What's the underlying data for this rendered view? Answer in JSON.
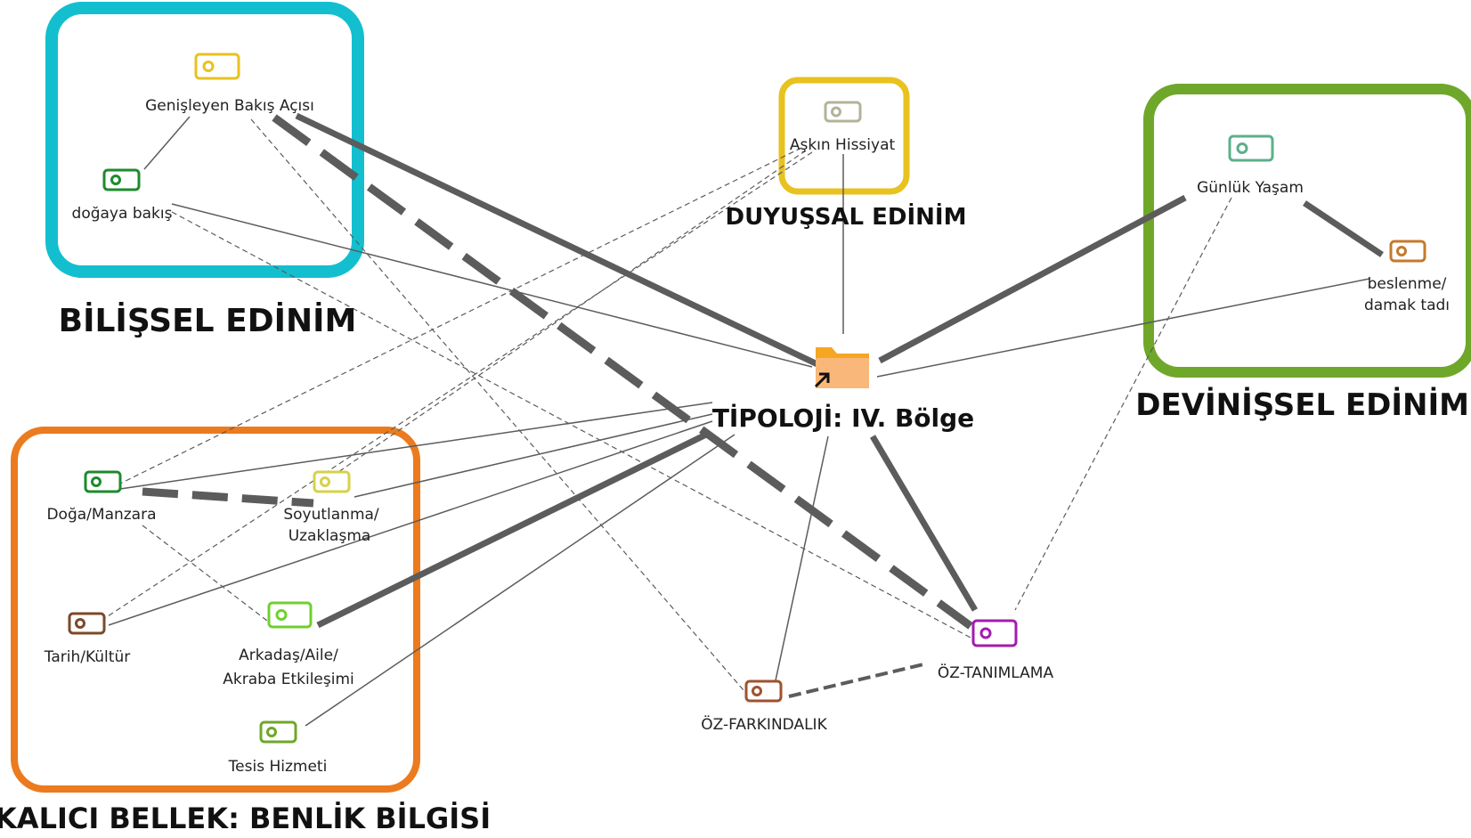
{
  "colors": {
    "cyan": "#13BFCF",
    "yellow": "#E8C21E",
    "green": "#6FA72A",
    "orange": "#EB7B1E",
    "edge": "#5c5c5c",
    "folder": "#F5A623"
  },
  "groups": {
    "bilissel": "BİLİŞSEL EDİNİM",
    "duyussal": "DUYUŞSAL EDİNİM",
    "devinissel": "DEVİNİŞSEL EDİNİM",
    "kalici": "KALICI BELLEK: BENLİK BİLGİSİ"
  },
  "hub": {
    "label": "TİPOLOJİ: IV. Bölge",
    "icon": "folder-icon"
  },
  "nodes": {
    "genisleyen": "Genişleyen Bakış Açısı",
    "dogaya": "doğaya bakış",
    "askin": "Aşkın Hissiyat",
    "gunluk": "Günlük Yaşam",
    "beslenme_1": "beslenme/",
    "beslenme_2": "damak tadı",
    "doga": "Doğa/Manzara",
    "soyut_1": "Soyutlanma/",
    "soyut_2": "Uzaklaşma",
    "tarih": "Tarih/Kültür",
    "arkadas_1": "Arkadaş/Aile/",
    "arkadas_2": "Akraba Etkileşimi",
    "tesis": "Tesis Hizmeti",
    "oztanimlama": "ÖZ-TANIMLAMA",
    "ozfarkindalik": "ÖZ-FARKINDALIK"
  },
  "icon_colors": {
    "genisleyen": "#E8C21E",
    "dogaya": "#1E8A2E",
    "askin": "#B3B39A",
    "gunluk": "#5BB08C",
    "beslenme": "#C47A2C",
    "doga": "#1E8A2E",
    "soyut": "#D6D24A",
    "tarih": "#7A4A2A",
    "arkadas": "#6ED12E",
    "tesis": "#6FA72A",
    "oztanimlama": "#A21CAF",
    "ozfarkindalik": "#A0522D"
  }
}
